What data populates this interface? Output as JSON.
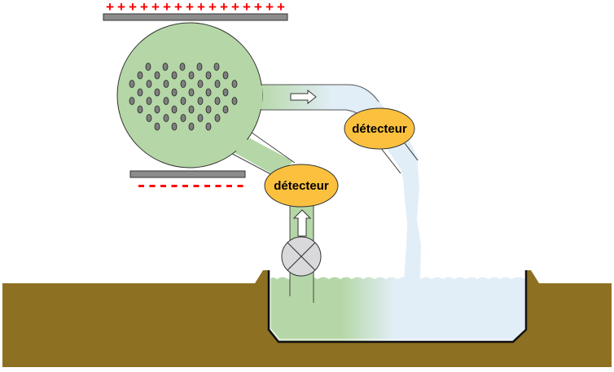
{
  "title": "Schéma d'un spectromètre de masse à détection (diagramme)",
  "labels": {
    "detector_top": "détecteur",
    "detector_bottom": "détecteur"
  },
  "plates": {
    "positive_sign": "+",
    "positive_count": 16,
    "negative_sign": "-",
    "negative_count": 10
  },
  "colors": {
    "green_fluid": "#b5d7a7",
    "blue_fluid": "#e2eef7",
    "detector_fill": "#fbc13e",
    "plate_gray": "#8c8c8c",
    "sign_red": "#ff0000",
    "ground_brown": "#8e7022",
    "valve_gray": "#d9d9dc",
    "particle_gray": "#7f7f7f"
  },
  "particles": {
    "rows": [
      5,
      6,
      7,
      6,
      7,
      6,
      5,
      4
    ]
  }
}
